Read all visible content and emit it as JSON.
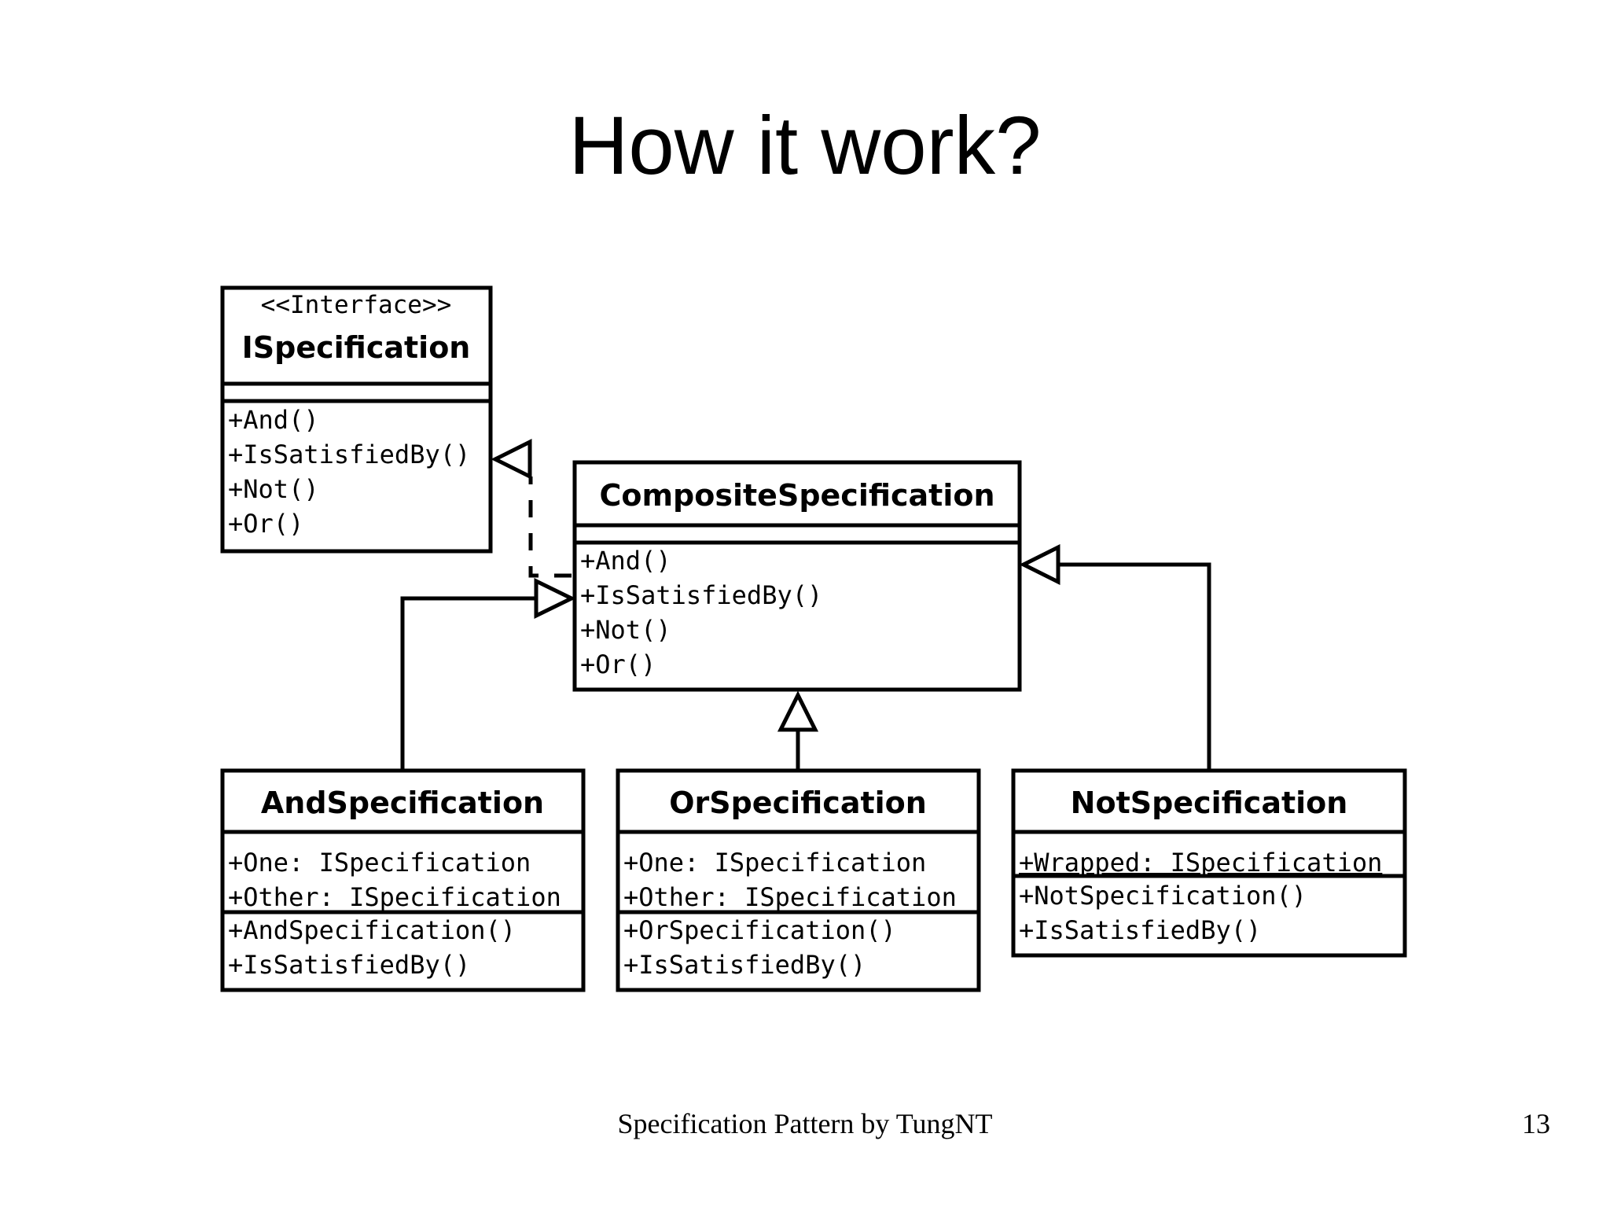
{
  "slide": {
    "title": "How it work?",
    "footer": "Specification Pattern by TungNT",
    "page_number": "13"
  },
  "diagram": {
    "ispecification": {
      "stereotype": "<<Interface>>",
      "name": "ISpecification",
      "methods": [
        "+And()",
        "+IsSatisfiedBy()",
        "+Not()",
        "+Or()"
      ]
    },
    "composite": {
      "name": "CompositeSpecification",
      "methods": [
        "+And()",
        "+IsSatisfiedBy()",
        "+Not()",
        "+Or()"
      ]
    },
    "and_spec": {
      "name": "AndSpecification",
      "attributes": [
        "+One: ISpecification",
        "+Other: ISpecification"
      ],
      "methods": [
        "+AndSpecification()",
        "+IsSatisfiedBy()"
      ]
    },
    "or_spec": {
      "name": "OrSpecification",
      "attributes": [
        "+One: ISpecification",
        "+Other: ISpecification"
      ],
      "methods": [
        "+OrSpecification()",
        "+IsSatisfiedBy()"
      ]
    },
    "not_spec": {
      "name": "NotSpecification",
      "attributes": [
        "+Wrapped: ISpecification"
      ],
      "methods": [
        "+NotSpecification()",
        "+IsSatisfiedBy()"
      ]
    },
    "relations": [
      {
        "from": "CompositeSpecification",
        "to": "ISpecification",
        "type": "realization"
      },
      {
        "from": "AndSpecification",
        "to": "CompositeSpecification",
        "type": "generalization"
      },
      {
        "from": "OrSpecification",
        "to": "CompositeSpecification",
        "type": "generalization"
      },
      {
        "from": "NotSpecification",
        "to": "CompositeSpecification",
        "type": "generalization"
      }
    ]
  }
}
